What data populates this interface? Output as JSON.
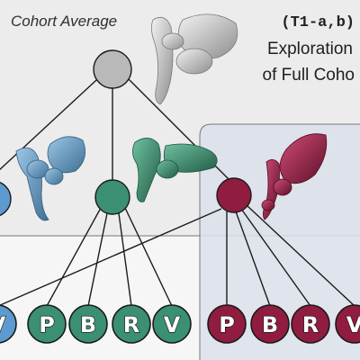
{
  "header": {
    "cohort_label": "Cohort Average",
    "task_id": "(T1-a,b)",
    "title_line1": "Exploration",
    "title_line2": "of Full Coho"
  },
  "colors": {
    "root": "#b9b9b9",
    "blue": "#5c9ad0",
    "green": "#3b8f72",
    "crimson": "#901d40",
    "panel_top": "#ececec",
    "panel_right": "#dce1ea",
    "panel_bottom": "#f6f6f6",
    "line": "#1c1c1c"
  },
  "leaves": {
    "blue": [
      "V"
    ],
    "green": [
      "P",
      "B",
      "R",
      "V"
    ],
    "crimson": [
      "P",
      "B",
      "R",
      "V"
    ]
  }
}
